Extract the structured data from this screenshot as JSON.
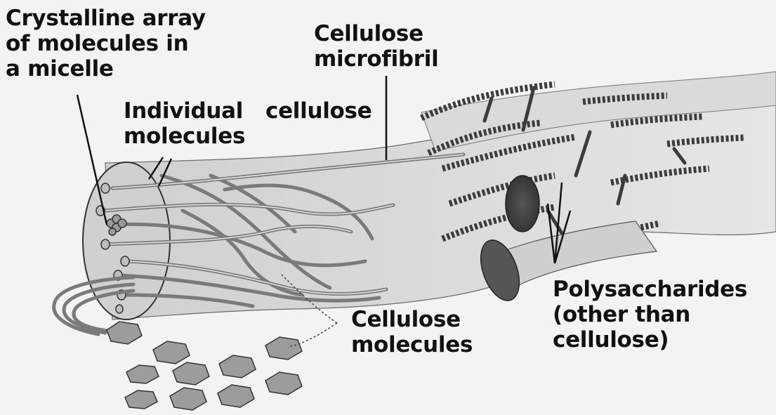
{
  "labels": {
    "crystalline_array": [
      "Crystalline array",
      "of molecules in",
      "a micelle"
    ],
    "cellulose_microfibril": [
      "Cellulose",
      "microfibril"
    ],
    "individual_molecules": [
      "Individual",
      "molecules"
    ],
    "cellulose_single": "cellulose",
    "cellulose_molecules": [
      "Cellulose",
      "molecules"
    ],
    "polysaccharides": [
      "Polysaccharides",
      "(other than",
      "cellulose)"
    ]
  },
  "colors": {
    "background": "#f3f3f3",
    "fibril_fill": "#d4d4d4",
    "fibril_stroke": "#5a5a5a",
    "polysaccharide_dark": "#3c3c3c",
    "hexagon_fill": "#9c9c9c",
    "text": "#111111"
  }
}
